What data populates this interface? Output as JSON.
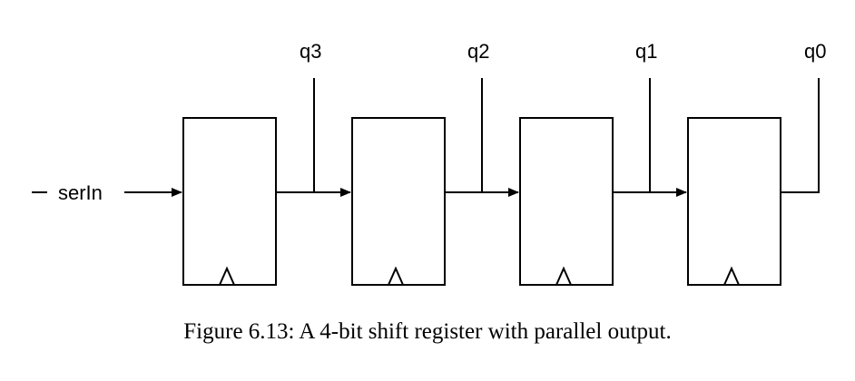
{
  "diagram": {
    "input_label": "serIn",
    "outputs": [
      "q3",
      "q2",
      "q1",
      "q0"
    ]
  },
  "caption": "Figure 6.13: A 4-bit shift register with parallel output."
}
